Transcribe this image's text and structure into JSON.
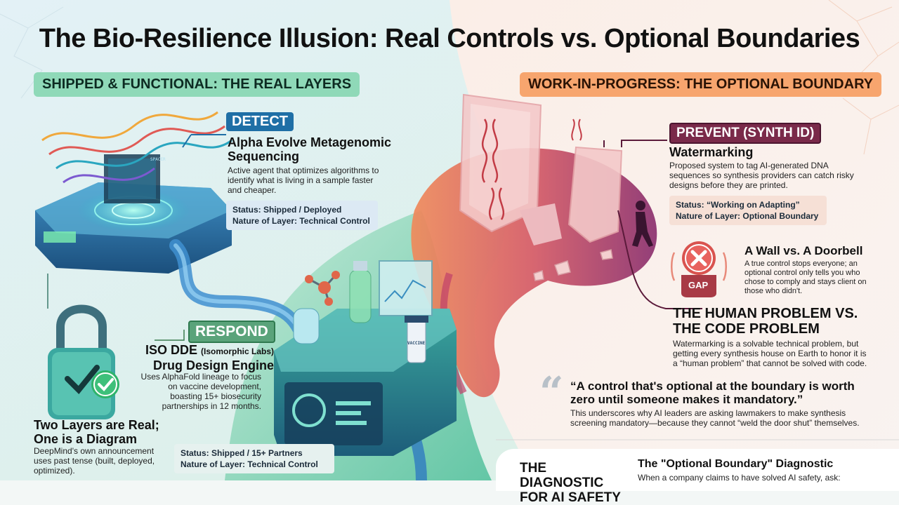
{
  "page": {
    "title": "The Bio-Resilience Illusion: Real Controls vs. Optional Boundaries"
  },
  "left": {
    "banner": "SHIPPED & FUNCTIONAL: THE REAL LAYERS",
    "detect": {
      "tag": "DETECT",
      "heading": "Alpha Evolve Metagenomic Sequencing",
      "body": "Active agent that optimizes algorithms to identify what is living in a sample faster and cheaper.",
      "status_line": "Status: Shipped / Deployed",
      "nature_line": "Nature of Layer: Technical Control",
      "screen_label": "SPACER"
    },
    "respond": {
      "tag": "RESPOND",
      "heading_prefix": "ISO DDE",
      "heading_note": "(Isomorphic Labs)",
      "heading_line2": "Drug Design Engine",
      "body": "Uses AlphaFold lineage to focus on vaccine development, boasting 15+ biosecurity partnerships in 12 months.",
      "status_line": "Status: Shipped / 15+ Partners",
      "nature_line": "Nature of Layer: Technical Control",
      "vial_label": "VACCINE"
    },
    "two_layers": {
      "heading": "Two Layers are Real; One is a Diagram",
      "body": "DeepMind's own announcement uses past tense (built, deployed, optimized)."
    }
  },
  "right": {
    "banner": "WORK-IN-PROGRESS: THE OPTIONAL BOUNDARY",
    "prevent": {
      "tag": "PREVENT (SYNTH ID)",
      "heading": "Watermarking",
      "body": "Proposed system to tag AI-generated DNA sequences so synthesis providers can catch risky designs before they are printed.",
      "status_line": "Status: “Working on Adapting”",
      "nature_line": "Nature of Layer: Optional Boundary"
    },
    "wall": {
      "heading": "A Wall vs. A Doorbell",
      "body": "A true control stops everyone; an optional control only tells you who chose to comply and stays client on those who didn't.",
      "gap_label": "GAP"
    },
    "human": {
      "heading": "THE HUMAN PROBLEM VS. THE CODE PROBLEM",
      "body": "Watermarking is a solvable technical problem, but getting every synthesis house on Earth to honor it is a “human problem” that cannot be solved with code."
    },
    "quote": {
      "text": "“A control that's optional at the boundary is worth zero until someone makes it mandatory.”",
      "body": "This underscores why AI leaders are asking lawmakers to make synthesis screening mandatory—because they cannot “weld the door shut” themselves."
    },
    "diagnostic": {
      "side_title": "THE DIAGNOSTIC FOR AI SAFETY",
      "heading": "The \"Optional Boundary\" Diagnostic",
      "body": "When a company claims to have solved AI safety, ask:"
    }
  },
  "colors": {
    "green": "#8fd9b8",
    "orange": "#f7a56e",
    "detect_blue": "#1f6fa6",
    "prevent_maroon": "#7a2a4a",
    "gap_red": "#d9534f"
  }
}
